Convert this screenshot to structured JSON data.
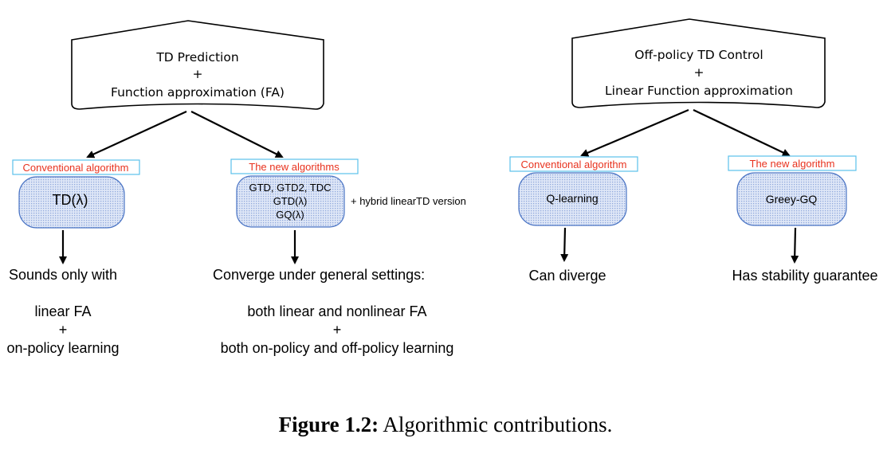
{
  "left": {
    "header": {
      "line1": "TD Prediction",
      "line2": "+",
      "line3": "Function approximation (FA)"
    },
    "conventional": {
      "label": "Conventional algorithm",
      "algo": "TD(λ)",
      "outcome": {
        "line1": "Sounds only with",
        "line2": "linear FA",
        "line3": "+",
        "line4": "on-policy learning"
      }
    },
    "new": {
      "label": "The new algorithms",
      "algo_line1": "GTD, GTD2, TDC",
      "algo_line2": "GTD(λ)",
      "algo_line3": "GQ(λ)",
      "side_note": "+ hybrid linearTD version",
      "outcome": {
        "line1": "Converge under general settings:",
        "line2": "both linear and nonlinear FA",
        "line3": "+",
        "line4": "both on-policy and off-policy learning"
      }
    }
  },
  "right": {
    "header": {
      "line1": "Off-policy TD Control",
      "line2": "+",
      "line3": "Linear Function approximation"
    },
    "conventional": {
      "label": "Conventional algorithm",
      "algo": "Q-learning",
      "outcome": "Can diverge"
    },
    "new": {
      "label": "The new algorithm",
      "algo": "Greey-GQ",
      "outcome": "Has stability guarantee"
    }
  },
  "caption": {
    "label": "Figure 1.2:",
    "text": "Algorithmic contributions."
  },
  "colors": {
    "label_text": "#e8321e",
    "label_border": "#5bc0eb",
    "pill_fill": "#c6d6f2",
    "pill_stroke": "#4a74c4",
    "line": "#000000"
  }
}
